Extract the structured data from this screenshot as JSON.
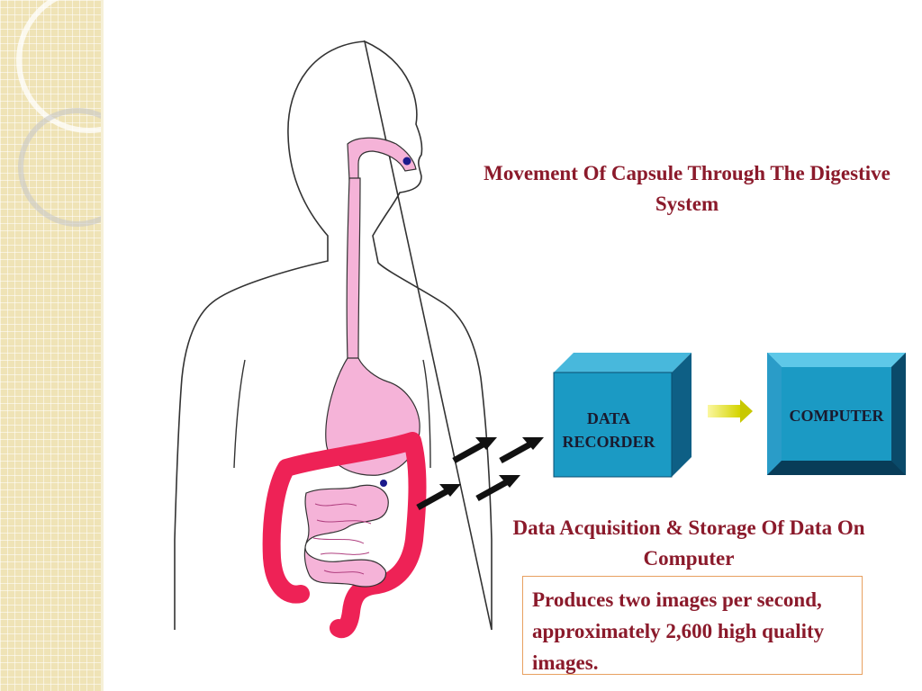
{
  "slide": {
    "title": "Movement Of Capsule Through The Digestive System",
    "data_recorder_label": "DATA RECORDER",
    "computer_label": "COMPUTER",
    "caption": "Data Acquisition & Storage Of Data On Computer",
    "note": "Produces two images per second, approximately 2,600 high quality images."
  },
  "colors": {
    "heading_text": "#8b1a2b",
    "colon": "#ee2256",
    "organs": "#f5b3d8",
    "box_face": "#1b9ac4",
    "box_dark": "#0e5f85",
    "note_border": "#e8a060",
    "side_strip": "#efe3b6"
  },
  "icons": {
    "transfer_arrow": "arrow-right-icon",
    "signal_arrows": "arrow-diagonal-icon"
  }
}
